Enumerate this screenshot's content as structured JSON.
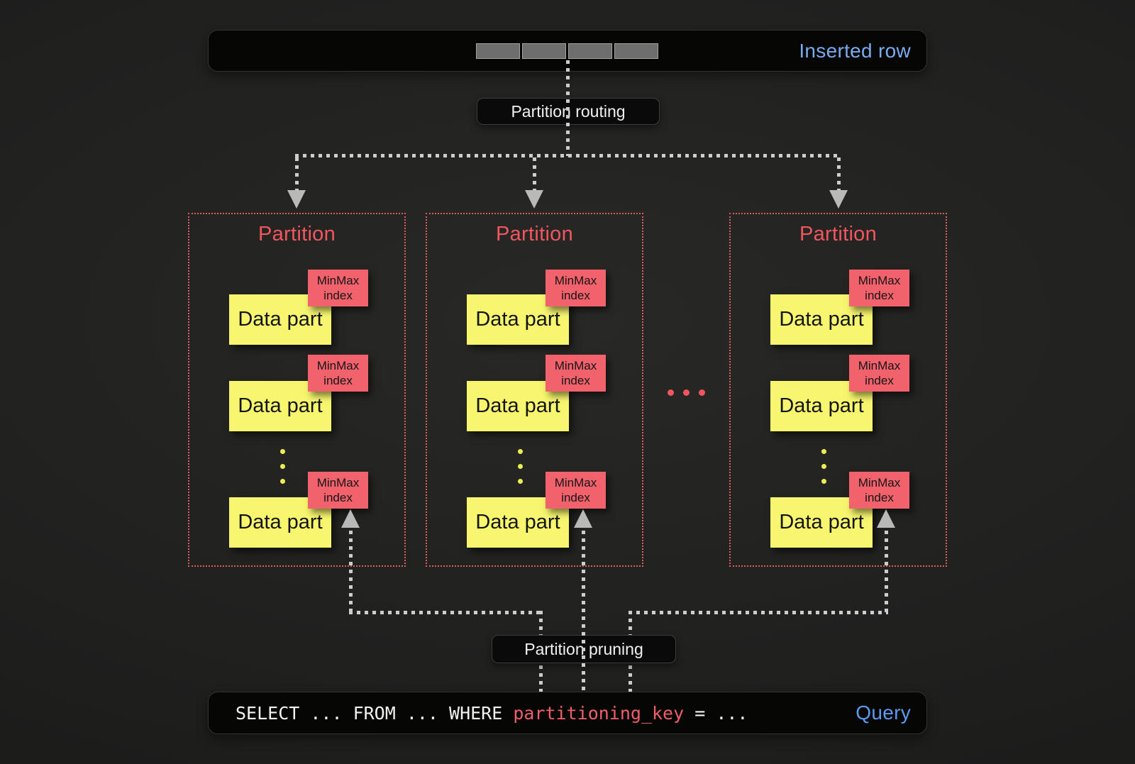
{
  "inserted_row_box": {
    "label": "Inserted row",
    "segments_count": 4
  },
  "labels": {
    "routing": "Partition routing",
    "pruning": "Partition pruning"
  },
  "partitions": [
    {
      "title": "Partition",
      "parts": [
        {
          "data_label": "Data part",
          "index_label": "MinMax index"
        },
        {
          "data_label": "Data part",
          "index_label": "MinMax index"
        },
        {
          "data_label": "Data part",
          "index_label": "MinMax index"
        }
      ]
    },
    {
      "title": "Partition",
      "parts": [
        {
          "data_label": "Data part",
          "index_label": "MinMax index"
        },
        {
          "data_label": "Data part",
          "index_label": "MinMax index"
        },
        {
          "data_label": "Data part",
          "index_label": "MinMax index"
        }
      ]
    },
    {
      "title": "Partition",
      "parts": [
        {
          "data_label": "Data part",
          "index_label": "MinMax index"
        },
        {
          "data_label": "Data part",
          "index_label": "MinMax index"
        },
        {
          "data_label": "Data part",
          "index_label": "MinMax index"
        }
      ]
    }
  ],
  "query_box": {
    "sql_pre": "SELECT ... FROM ... WHERE ",
    "sql_key": "partitioning_key",
    "sql_post": " = ...",
    "label": "Query"
  },
  "colors": {
    "accent_blue": "#7babef",
    "accent_salmon": "#f2565f",
    "minmax_red": "#f2626c",
    "part_yellow": "#f7f66e",
    "arrow_gray": "#cdcdcd",
    "box_black": "#060605",
    "background": "#20201f"
  }
}
